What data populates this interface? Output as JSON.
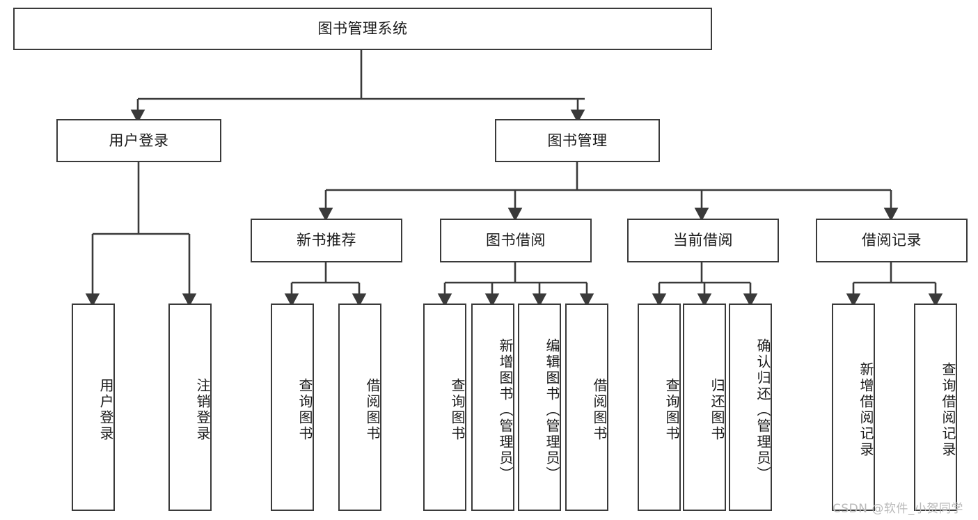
{
  "diagram": {
    "title": "图书管理系统",
    "stroke_color": "#3a3a3a",
    "fill_color": "#ffffff",
    "text_color": "#1a1a1a",
    "watermark": "CSDN @软件_小贺同学",
    "watermark_color": "#b9b9b9"
  },
  "nodes": {
    "root": {
      "label": "图书管理系统"
    },
    "level2": [
      {
        "id": "user-login",
        "label": "用户登录"
      },
      {
        "id": "book-manage",
        "label": "图书管理"
      }
    ],
    "level3": [
      {
        "id": "new-book-recommend",
        "label": "新书推荐"
      },
      {
        "id": "book-borrow",
        "label": "图书借阅"
      },
      {
        "id": "current-borrow",
        "label": "当前借阅"
      },
      {
        "id": "borrow-record",
        "label": "借阅记录"
      }
    ],
    "leaves": {
      "user_login": [
        {
          "id": "leaf-user-login",
          "label": "用户登录"
        },
        {
          "id": "leaf-logout-login",
          "label": "注销登录"
        }
      ],
      "new_book_recommend": [
        {
          "id": "leaf-query-book-1",
          "label": "查询图书"
        },
        {
          "id": "leaf-borrow-book-1",
          "label": "借阅图书"
        }
      ],
      "book_borrow": [
        {
          "id": "leaf-query-book-2",
          "label": "查询图书"
        },
        {
          "id": "leaf-add-book",
          "label": "新增图书（管理员）"
        },
        {
          "id": "leaf-edit-book",
          "label": "编辑图书（管理员）"
        },
        {
          "id": "leaf-borrow-book-2",
          "label": "借阅图书"
        }
      ],
      "current_borrow": [
        {
          "id": "leaf-query-book-3",
          "label": "查询图书"
        },
        {
          "id": "leaf-return-book",
          "label": "归还图书"
        },
        {
          "id": "leaf-confirm-return",
          "label": "确认归还（管理员）"
        }
      ],
      "borrow_record": [
        {
          "id": "leaf-add-record",
          "label": "新增借阅记录"
        },
        {
          "id": "leaf-query-record",
          "label": "查询借阅记录"
        }
      ]
    }
  }
}
